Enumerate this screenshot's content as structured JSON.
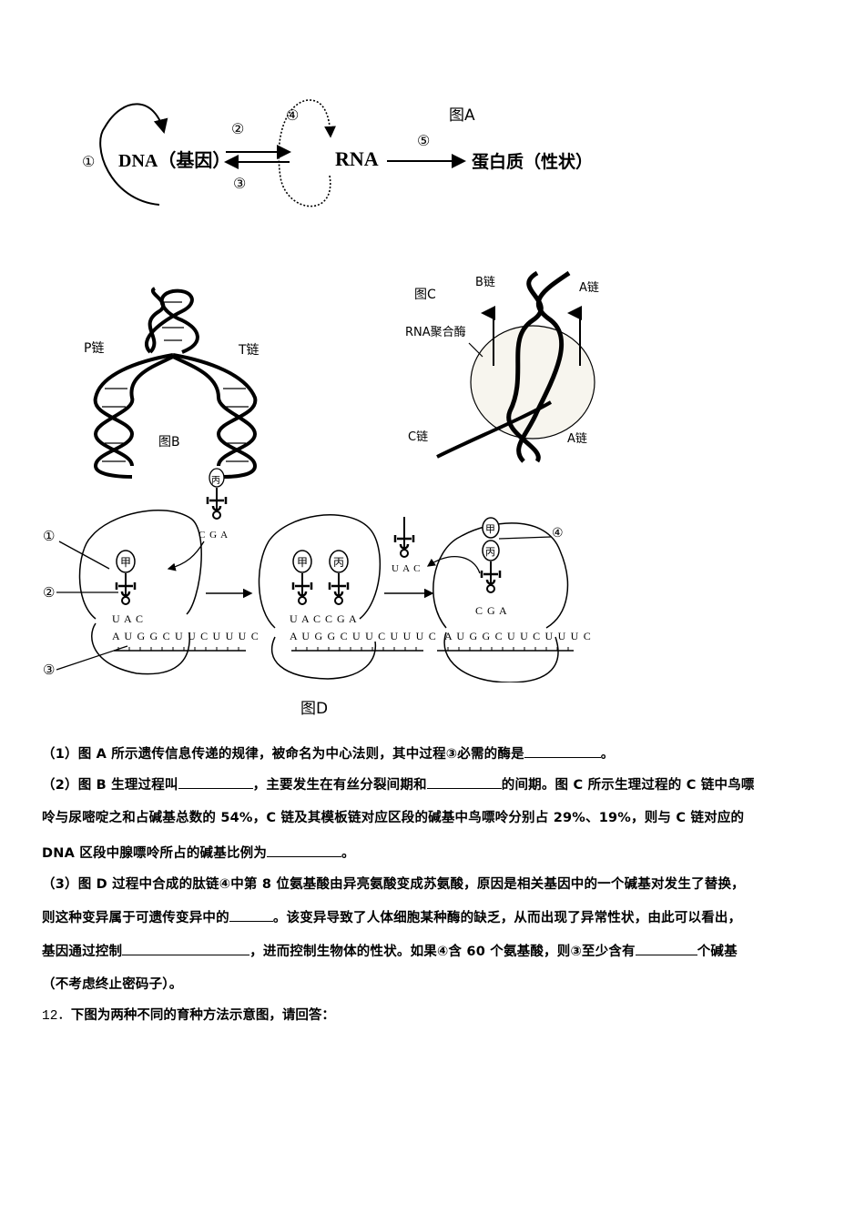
{
  "figure_a": {
    "label": "图A",
    "dna": "DNA（基因）",
    "rna": "RNA",
    "protein": "蛋白质（性状）",
    "process_markers": [
      "①",
      "②",
      "③",
      "④",
      "⑤"
    ]
  },
  "figure_b": {
    "label": "图B",
    "p_strand": "P链",
    "t_strand": "T链"
  },
  "figure_c": {
    "label": "图C",
    "b_strand": "B链",
    "a_strand_top": "A链",
    "enzyme": "RNA聚合酶",
    "c_strand": "C链",
    "a_strand_bottom": "A链"
  },
  "figure_d": {
    "label": "图D",
    "markers": [
      "①",
      "②",
      "③",
      "④"
    ],
    "amino_jia": "甲",
    "amino_bing": "丙",
    "incoming_anticodon": "C G A",
    "panel1_anticodon": "U A C",
    "panel1_mrna": "A U G G C U U C U U U C",
    "panel2_anticodons": "U A C C G A",
    "panel2_mrna": "A U G G C U U C U U U C",
    "leaving_anticodon": "U A C",
    "panel3_anticodon": "C G A",
    "panel3_mrna": "A U G G C U U C U U U C"
  },
  "questions": {
    "q1": {
      "line1_a": "（1）图 A 所示遗传信息传递的规律，被命名为中心法则，其中过程③必需的酶是",
      "line1_b": "。"
    },
    "q2": {
      "line1_a": "（2）图 B 生理过程叫",
      "line1_b": "，主要发生在有丝分裂间期和",
      "line1_c": "的间期。图 C 所示生理过程的 C 链中鸟嘌",
      "line2": "呤与尿嘧啶之和占碱基总数的 54%，C 链及其模板链对应区段的碱基中鸟嘌呤分别占 29%、19%，则与 C 链对应的",
      "line3_a": "DNA 区段中腺嘌呤所占的碱基比例为",
      "line3_b": "。"
    },
    "q3": {
      "line1": "（3）图 D 过程中合成的肽链④中第 8 位氨基酸由异亮氨酸变成苏氨酸，原因是相关基因中的一个碱基对发生了替换，",
      "line2_a": "则这种变异属于可遗传变异中的",
      "line2_b": "。该变异导致了人体细胞某种酶的缺乏，从而出现了异常性状，由此可以看出，",
      "line3_a": "基因通过控制",
      "line3_b": "，进而控制生物体的性状。如果④含 60 个氨基酸，则③至少含有",
      "line3_c": "个碱基",
      "line4": "（不考虑终止密码子）。"
    },
    "q12": {
      "number": "12．",
      "text": "下图为两种不同的育种方法示意图，请回答："
    }
  }
}
